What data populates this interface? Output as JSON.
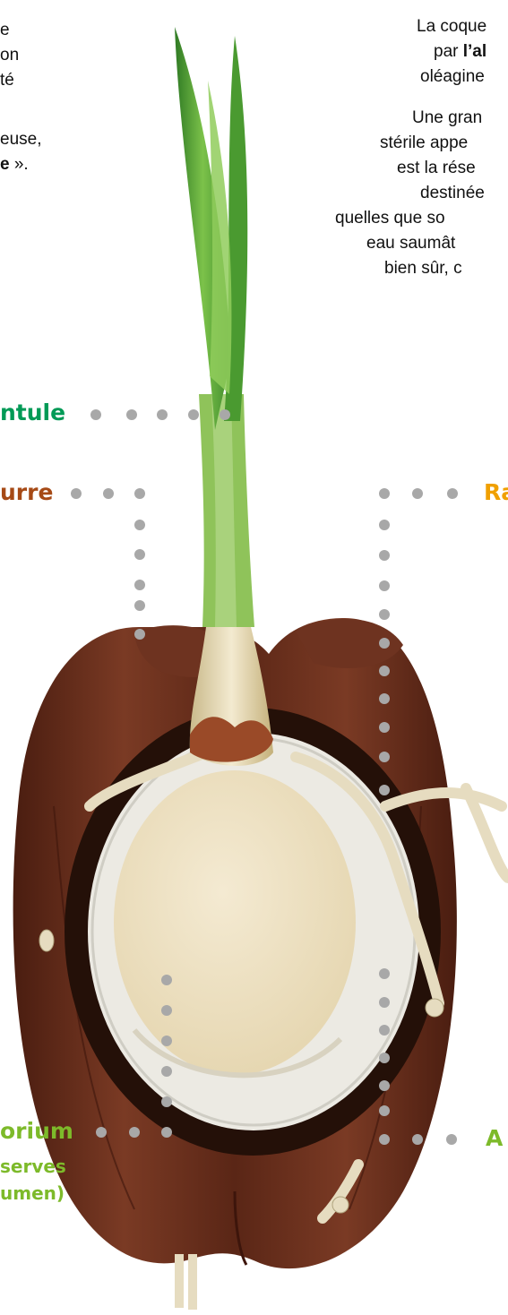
{
  "colors": {
    "green_label": "#009a56",
    "brown_label": "#a64a16",
    "orange_label": "#f0a000",
    "lime_label": "#7dba2a",
    "dot": "#a8a8a8"
  },
  "left_text": {
    "l1": "e",
    "l2": "on",
    "l3": "té",
    "l4": "euse,",
    "l5a": "e",
    "l5b": " »."
  },
  "right_text": {
    "l1": "La coque",
    "l2a": "par ",
    "l2b": "l’al",
    "l3": "oléagine",
    "l4": "Une gran",
    "l5": "stérile appe",
    "l6": "est la rése",
    "l7": "destinée",
    "l8": "quelles que so",
    "l9": "eau saumât",
    "l10": "bien sûr, c"
  },
  "labels": {
    "plantule": "ntule",
    "bourre": "urre",
    "racines": "Ra",
    "haustorium": "orium",
    "reserves": "serves",
    "albumen": "umen)",
    "albumen_right": "A"
  }
}
